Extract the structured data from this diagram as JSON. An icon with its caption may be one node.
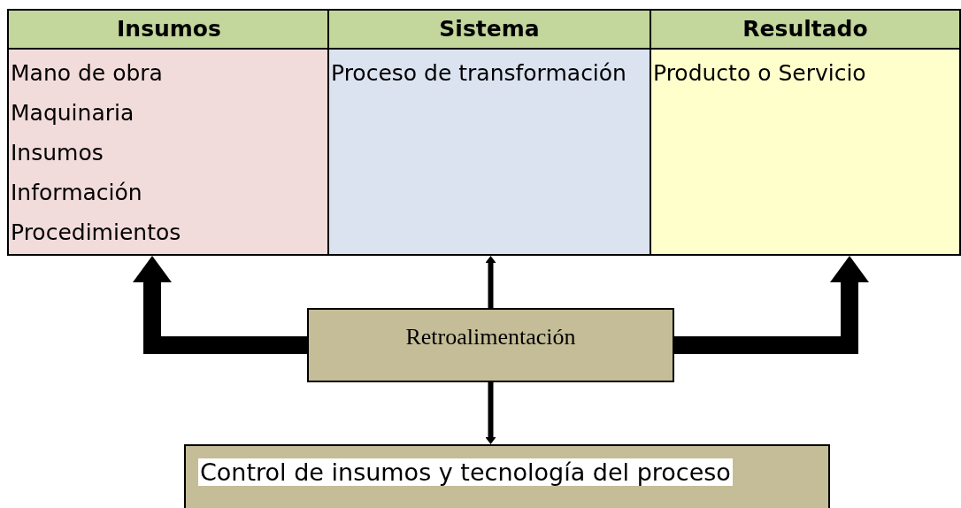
{
  "diagram": {
    "nodes": [
      {
        "text": [
          "Insumos",
          "Mano de obra",
          "Maquinaria",
          "Insumos",
          "Información",
          "Procedimientos"
        ]
      },
      {
        "text": [
          "Sistema",
          "Proceso de transformación"
        ]
      },
      {
        "text": [
          "Resultado",
          "Producto o Servicio"
        ]
      },
      {
        "text": [
          "Retroalimentación"
        ]
      },
      {
        "text": [
          "Control de insumos y tecnología del proceso"
        ]
      }
    ],
    "edges": [
      {
        "from": 3,
        "to": 0,
        "arrow": "to",
        "style": "thick"
      },
      {
        "from": 3,
        "to": 1,
        "arrow": "to"
      },
      {
        "from": 3,
        "to": 2,
        "arrow": "to",
        "style": "thick"
      },
      {
        "from": 3,
        "to": 4,
        "arrow": "to"
      }
    ]
  }
}
